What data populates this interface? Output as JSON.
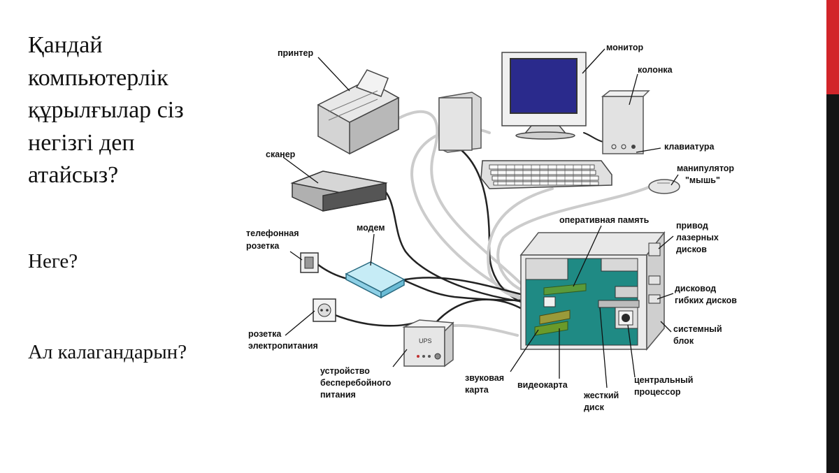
{
  "slide": {
    "question": "Қандай компьютерлік құрылғылар сіз негізгі деп атайсыз?",
    "why": "Неге?",
    "rest": "Ал калагандарын?"
  },
  "diagram": {
    "labels": {
      "printer": "принтер",
      "monitor": "монитор",
      "speaker": "колонка",
      "keyboard": "клавиатура",
      "mouse_1": "манипулятор",
      "mouse_2": "\"мышь\"",
      "scanner": "сканер",
      "phone_socket_1": "телефонная",
      "phone_socket_2": "розетка",
      "modem": "модем",
      "ram": "оперативная память",
      "cd_1": "привод",
      "cd_2": "лазерных",
      "cd_3": "дисков",
      "floppy_1": "дисковод",
      "floppy_2": "гибких дисков",
      "system_unit_1": "системный",
      "system_unit_2": "блок",
      "power_socket_1": "розетка",
      "power_socket_2": "электропитания",
      "ups_1": "устройство",
      "ups_2": "бесперебойного",
      "ups_3": "питания",
      "ups_badge": "UPS",
      "sound_card_1": "звуковая",
      "sound_card_2": "карта",
      "video_card": "видеокарта",
      "hdd_1": "жесткий",
      "hdd_2": "диск",
      "cpu_1": "центральный",
      "cpu_2": "процессор"
    }
  }
}
